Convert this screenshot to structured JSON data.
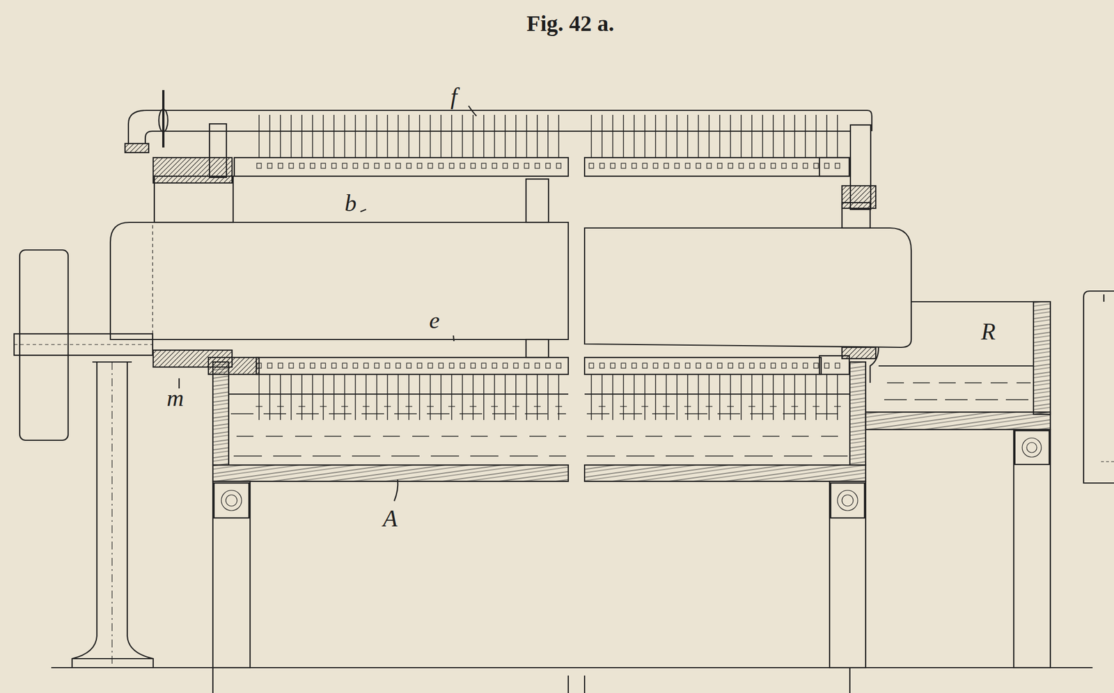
{
  "diagram": {
    "title": "Fig. 42 a.",
    "labels": [
      "f",
      "b",
      "e",
      "A",
      "m",
      "R"
    ]
  }
}
